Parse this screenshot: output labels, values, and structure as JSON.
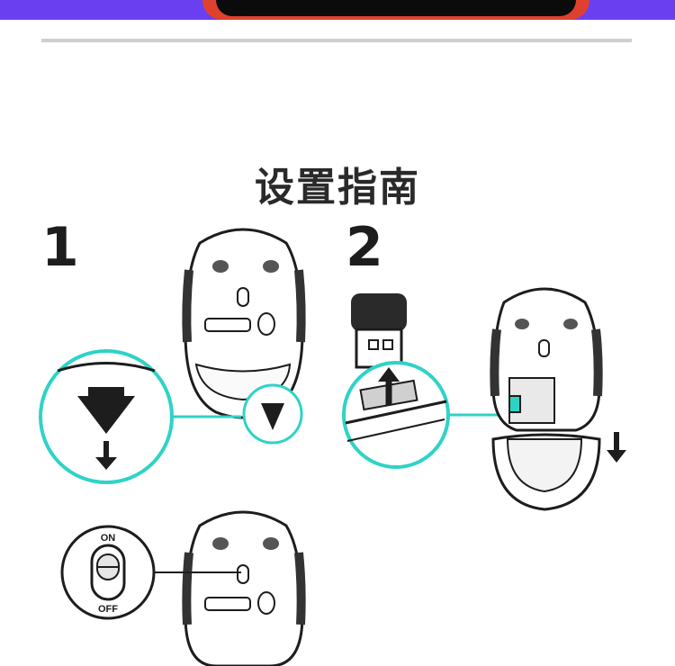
{
  "header": {
    "band_color": "#6a3ff0",
    "accent_red": "#e0412e"
  },
  "title": "设置指南",
  "steps": [
    {
      "number": "1"
    },
    {
      "number": "2"
    }
  ],
  "switch": {
    "on_label": "ON",
    "off_label": "OFF"
  },
  "colors": {
    "callout": "#2ed3c6",
    "ink": "#1d1d1d"
  }
}
